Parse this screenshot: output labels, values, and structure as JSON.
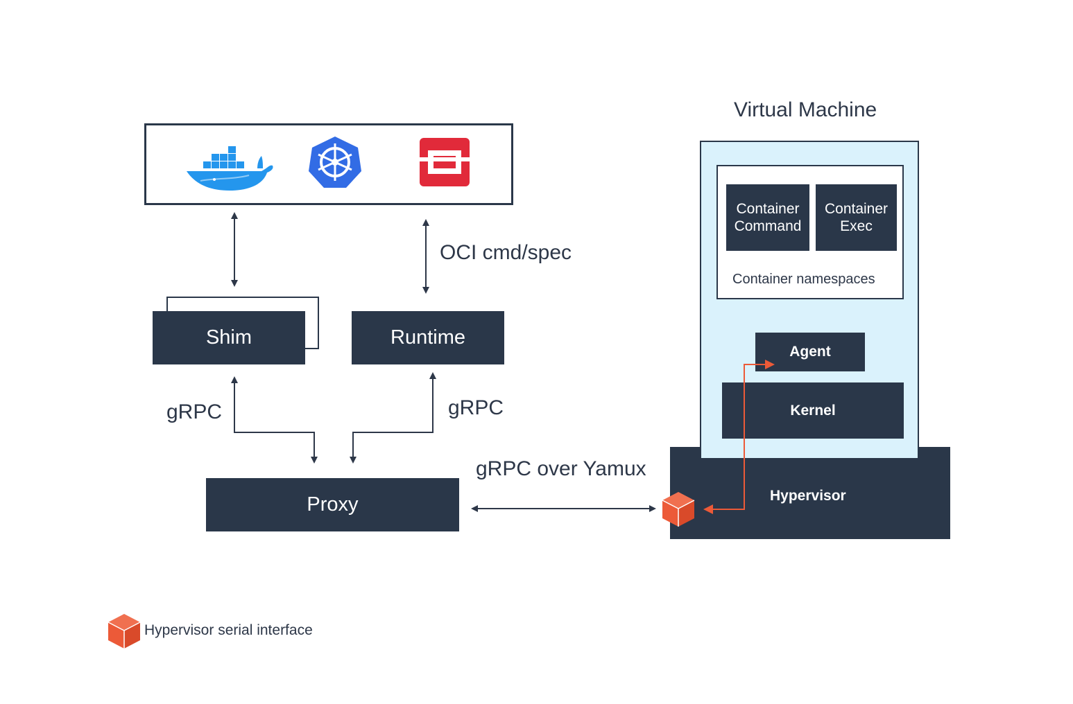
{
  "diagram": {
    "vm_title": "Virtual Machine",
    "blocks": {
      "shim": "Shim",
      "runtime": "Runtime",
      "proxy": "Proxy",
      "hypervisor": "Hypervisor",
      "kernel": "Kernel",
      "agent": "Agent",
      "container_command": "Container Command",
      "container_exec": "Container Exec",
      "container_namespaces": "Container namespaces"
    },
    "edge_labels": {
      "oci": "OCI cmd/spec",
      "grpc_left": "gRPC",
      "grpc_right": "gRPC",
      "grpc_yamux": "gRPC over Yamux"
    },
    "logos": [
      "docker-logo",
      "kubernetes-logo",
      "openshift-logo"
    ],
    "legend": {
      "label": "Hypervisor serial interface"
    },
    "colors": {
      "dark_block": "#2a3749",
      "vm_fill": "#daf2fc",
      "accent": "#ec5a38",
      "line": "#2d3748"
    }
  }
}
